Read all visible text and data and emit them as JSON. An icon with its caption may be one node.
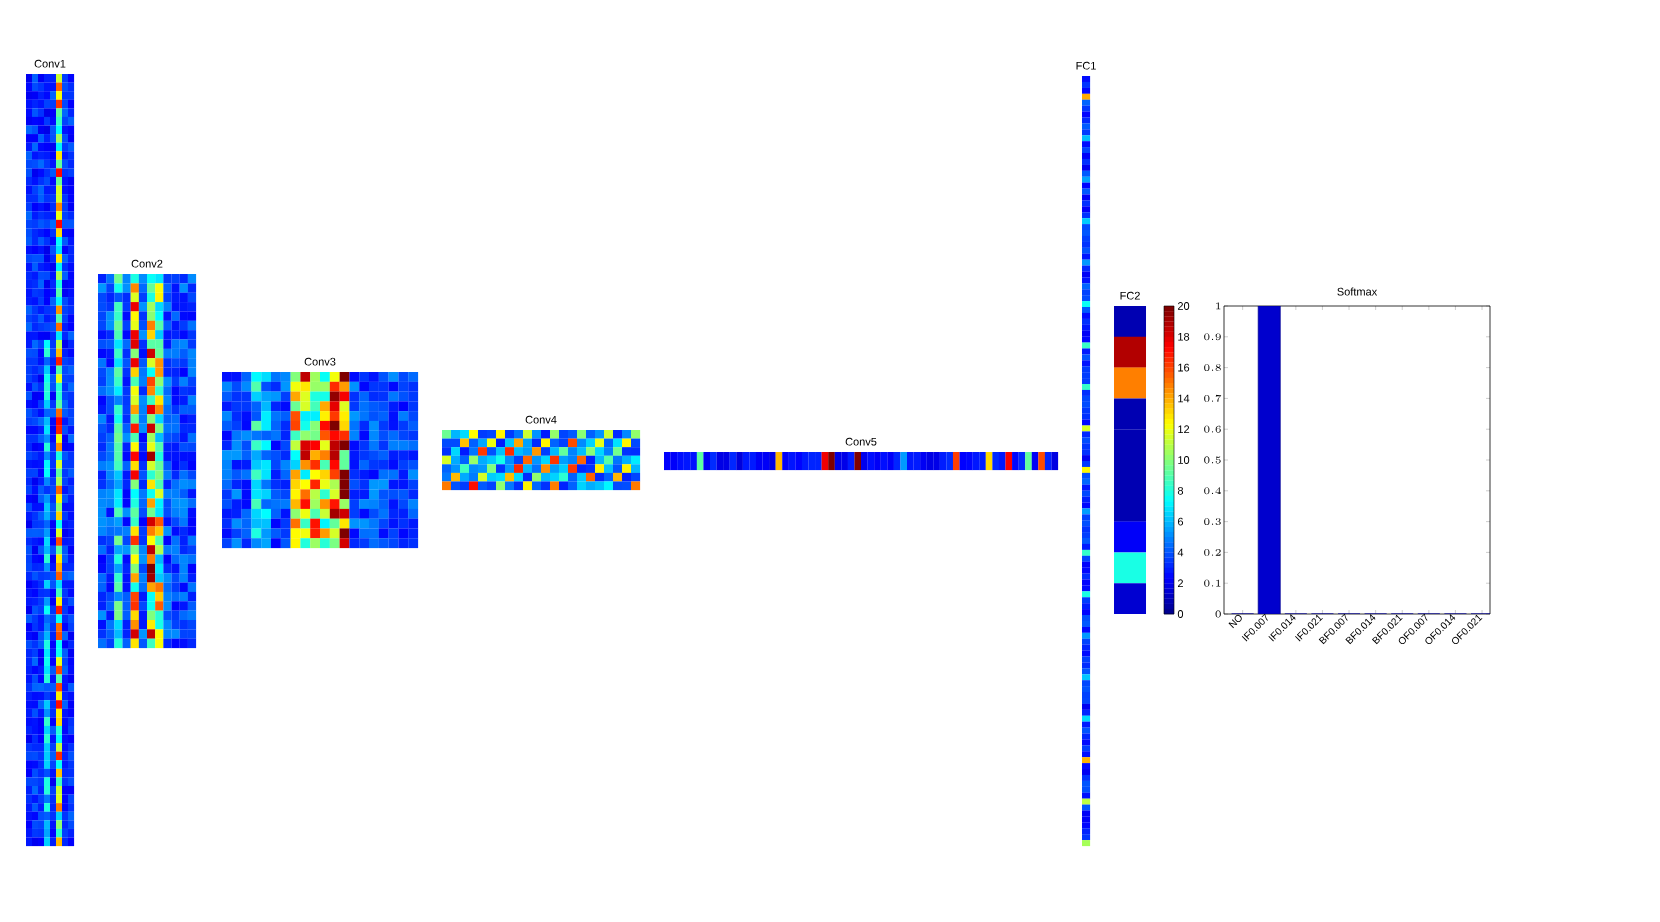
{
  "diagram": {
    "nodes": [
      {
        "text": [
          "Conv1"
        ]
      },
      {
        "text": [
          "Conv2"
        ]
      },
      {
        "text": [
          "Conv3"
        ]
      },
      {
        "text": [
          "Conv4"
        ]
      },
      {
        "text": [
          "Conv5"
        ]
      },
      {
        "text": [
          "FC1"
        ]
      },
      {
        "text": [
          "FC2"
        ]
      }
    ],
    "labels": [
      "20",
      "18",
      "16",
      "14",
      "12",
      "10",
      "8",
      "6",
      "4",
      "2",
      "0"
    ],
    "chart_data": {
      "type": "bar",
      "title": "Softmax",
      "categories": [
        "NO",
        "IF0.007",
        "IF0.014",
        "IF0.021",
        "BF0.007",
        "BF0.014",
        "BF0.021",
        "OF0.007",
        "OF0.014",
        "OF0.021"
      ],
      "values": [
        0,
        1,
        0,
        0,
        0,
        0,
        0,
        0,
        0,
        0
      ],
      "ylim": [
        0,
        1
      ],
      "yticks": [
        0,
        0.1,
        0.2,
        0.3,
        0.4,
        0.5,
        0.6,
        0.7,
        0.8,
        0.9,
        1
      ]
    }
  }
}
